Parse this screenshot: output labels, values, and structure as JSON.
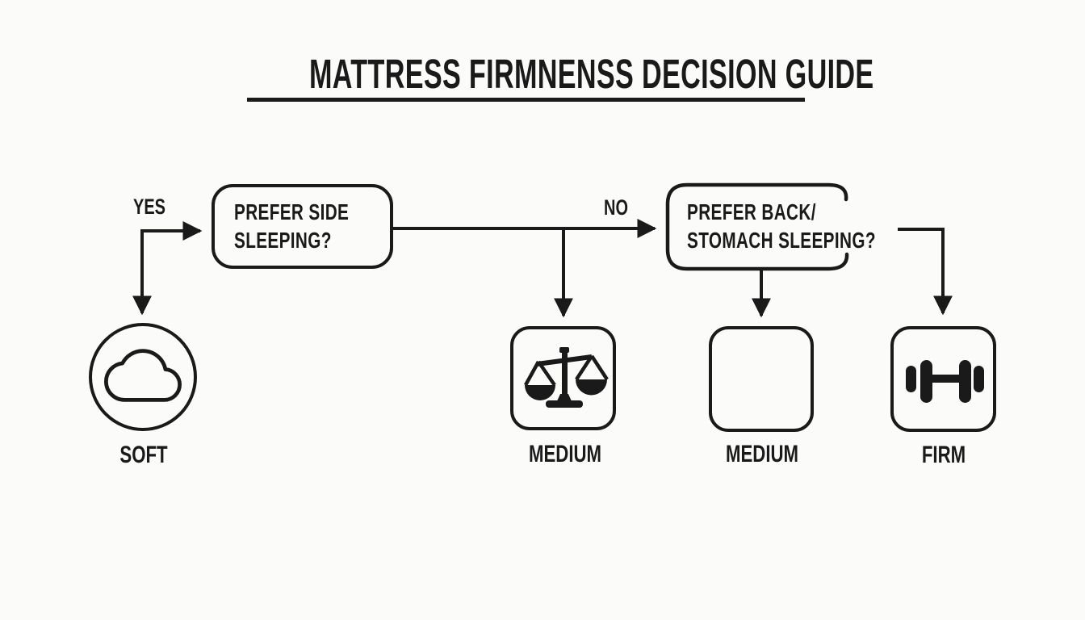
{
  "colors": {
    "background": "#fbfbf9",
    "ink": "#1a1a1a"
  },
  "title": "MATTRESS FIRMNENSS DECISION GUIDE",
  "flow": {
    "yes_label": "YES",
    "no_label": "NO",
    "question1": {
      "line1": "PREFER SIDE",
      "line2": "SLEEPING?"
    },
    "question2": {
      "line1": "PREFER BACK/",
      "line2": "STOMACH SLEEPING?"
    },
    "outcomes": [
      {
        "id": "soft",
        "label": "SOFT",
        "icon": "cloud-icon",
        "shape": "circle"
      },
      {
        "id": "medium-scale",
        "label": "MEDIUM",
        "icon": "balance-scale-icon",
        "shape": "rounded-square"
      },
      {
        "id": "medium-empty",
        "label": "MEDIUM",
        "icon": "none",
        "shape": "rounded-square"
      },
      {
        "id": "firm",
        "label": "FIRM",
        "icon": "dumbbell-icon",
        "shape": "rounded-square"
      }
    ]
  }
}
